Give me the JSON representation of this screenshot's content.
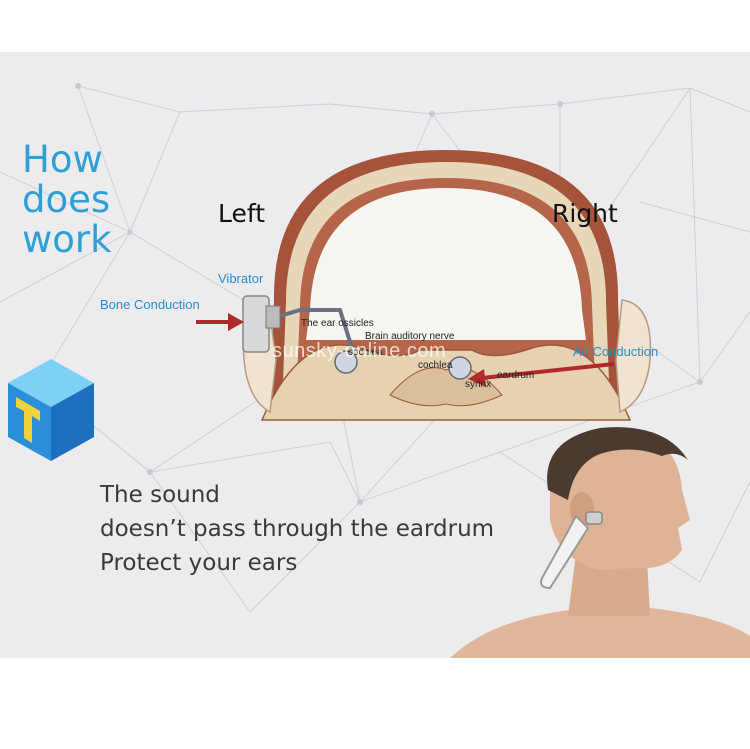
{
  "heading": {
    "line1": "How",
    "line2": "does",
    "line3": "work"
  },
  "side_labels": {
    "left": "Left",
    "right": "Right"
  },
  "annotations": {
    "vibrator": "Vibrator",
    "bone_conduction": "Bone Conduction",
    "air_conduction": "Air Conduction",
    "ear_ossicles": "The ear ossicles",
    "brain_nerve": "Brain auditory nerve",
    "cochlea_left": "cochlea",
    "cochlea_right": "cochlea",
    "eardrum": "eardrum",
    "syrinx": "syrinx"
  },
  "watermark": "sunsky-online.com",
  "body_text": {
    "line1": "The sound",
    "line2": "doesn’t pass through the eardrum",
    "line3": "Protect your ears"
  },
  "colors": {
    "heading": "#2f9fd6",
    "label_blue": "#2a8ccc",
    "arrow": "#b02a2a",
    "bone": "#e8d6b8",
    "skull_dark": "#a5533a"
  },
  "icons": {
    "logo": "blue-cube-logo-icon"
  }
}
